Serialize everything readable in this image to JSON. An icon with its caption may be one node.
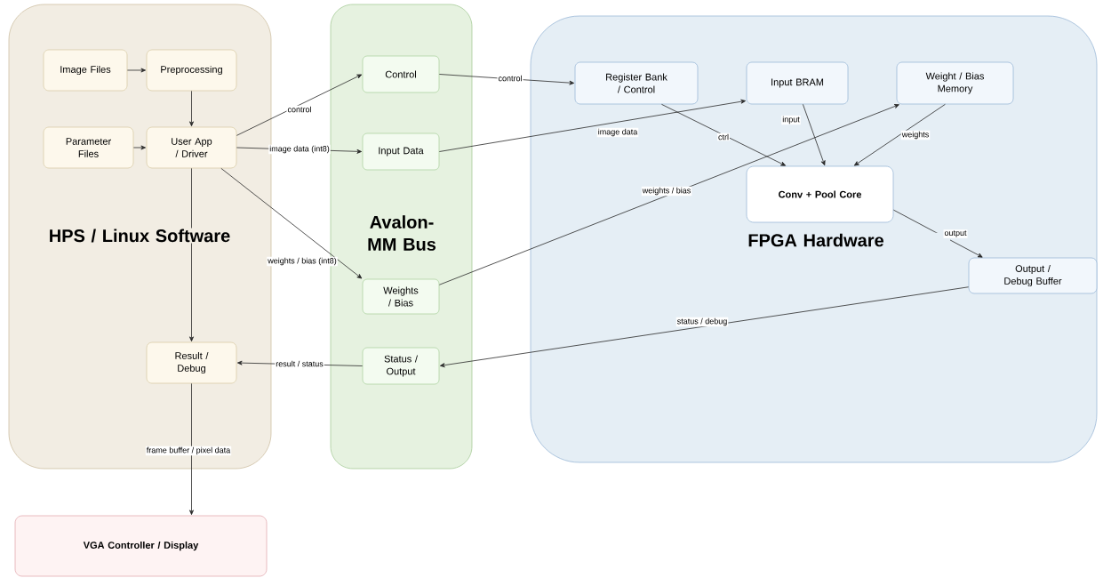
{
  "diagram": {
    "nodes": [
      {
        "text": [
          "HPS / Linux Software"
        ]
      },
      {
        "text": [
          "Image Files"
        ],
        "in": 0
      },
      {
        "text": [
          "Preprocessing"
        ],
        "in": 0
      },
      {
        "text": [
          "Parameter Files"
        ],
        "in": 0
      },
      {
        "text": [
          "User App / Driver"
        ],
        "in": 0
      },
      {
        "text": [
          "Result / Debug"
        ],
        "in": 0
      },
      {
        "text": [
          "Avalon-MM Bus"
        ]
      },
      {
        "text": [
          "Control"
        ],
        "in": 6
      },
      {
        "text": [
          "Input Data"
        ],
        "in": 6
      },
      {
        "text": [
          "Weights / Bias"
        ],
        "in": 6
      },
      {
        "text": [
          "Status / Output"
        ],
        "in": 6
      },
      {
        "text": [
          "FPGA Hardware"
        ]
      },
      {
        "text": [
          "Register Bank / Control"
        ],
        "in": 11
      },
      {
        "text": [
          "Input BRAM"
        ],
        "in": 11
      },
      {
        "text": [
          "Weight / Bias Memory"
        ],
        "in": 11
      },
      {
        "text": [
          "Conv + Pool Core"
        ],
        "in": 11
      },
      {
        "text": [
          "Output / Debug Buffer"
        ],
        "in": 11
      },
      {
        "text": [
          "VGA Controller / Display"
        ]
      }
    ],
    "edges": [
      {
        "from": 1,
        "to": 2,
        "arrow": "to"
      },
      {
        "from": 2,
        "to": 4,
        "arrow": "to"
      },
      {
        "from": 3,
        "to": 4,
        "arrow": "to"
      },
      {
        "from": 4,
        "to": 7,
        "arrow": "to",
        "label": "control"
      },
      {
        "from": 4,
        "to": 8,
        "arrow": "to",
        "label": "image data (int8)"
      },
      {
        "from": 4,
        "to": 9,
        "arrow": "to",
        "label": "weights / bias (int8)"
      },
      {
        "from": 4,
        "to": 5,
        "arrow": "to"
      },
      {
        "from": 7,
        "to": 12,
        "arrow": "to",
        "label": "control"
      },
      {
        "from": 8,
        "to": 13,
        "arrow": "to",
        "label": "image data"
      },
      {
        "from": 9,
        "to": 14,
        "arrow": "to",
        "label": "weights / bias"
      },
      {
        "from": 12,
        "to": 15,
        "arrow": "to",
        "label": "ctrl"
      },
      {
        "from": 13,
        "to": 15,
        "arrow": "to",
        "label": "input"
      },
      {
        "from": 14,
        "to": 15,
        "arrow": "to",
        "label": "weights"
      },
      {
        "from": 15,
        "to": 16,
        "arrow": "to",
        "label": "output"
      },
      {
        "from": 16,
        "to": 10,
        "arrow": "to",
        "label": "status / debug"
      },
      {
        "from": 10,
        "to": 5,
        "arrow": "to",
        "label": "result / status"
      },
      {
        "from": 5,
        "to": 17,
        "arrow": "to",
        "label": "frame buffer / pixel data"
      }
    ]
  }
}
